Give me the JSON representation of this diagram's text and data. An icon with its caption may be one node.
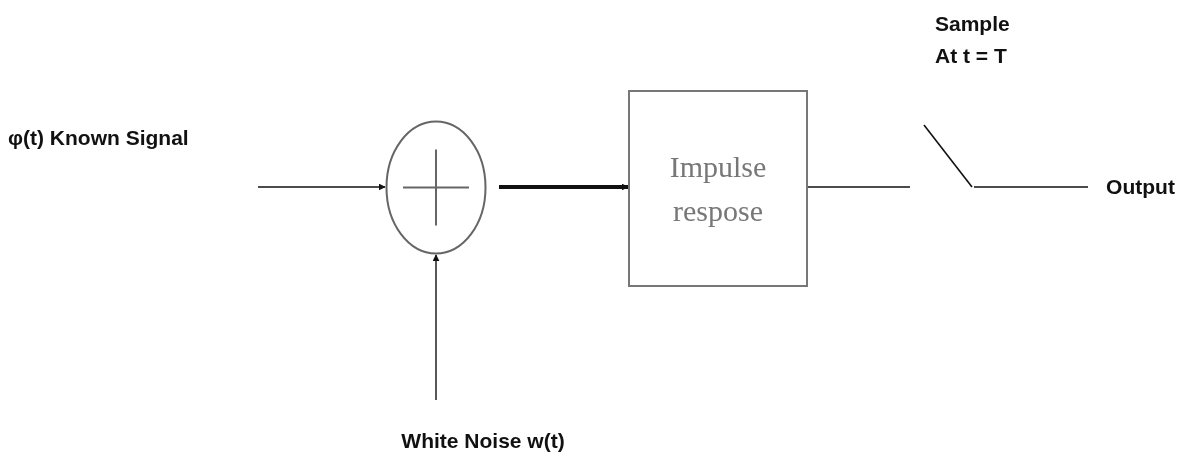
{
  "diagram": {
    "nodes": [
      {
        "text": [],
        "shape": "circle"
      },
      {
        "text": [
          "Impulse respose"
        ]
      },
      {
        "text": [],
        "shape": "switch"
      },
      {
        "text": [
          "Output"
        ]
      },
      {
        "text": [
          "White Noise w(t)"
        ]
      }
    ],
    "edges": [
      {
        "from": null,
        "to": 0,
        "arrow": "to"
      },
      {
        "from": 0,
        "to": 1,
        "arrow": "to",
        "style": "thick"
      },
      {
        "from": 4,
        "to": 0,
        "arrow": "to"
      },
      {
        "from": 1,
        "to": 2,
        "arrow": "none"
      },
      {
        "from": 2,
        "to": 3,
        "arrow": "none"
      }
    ],
    "labels": [
      "φ(t) Known Signal",
      "Sample At t = T"
    ]
  }
}
